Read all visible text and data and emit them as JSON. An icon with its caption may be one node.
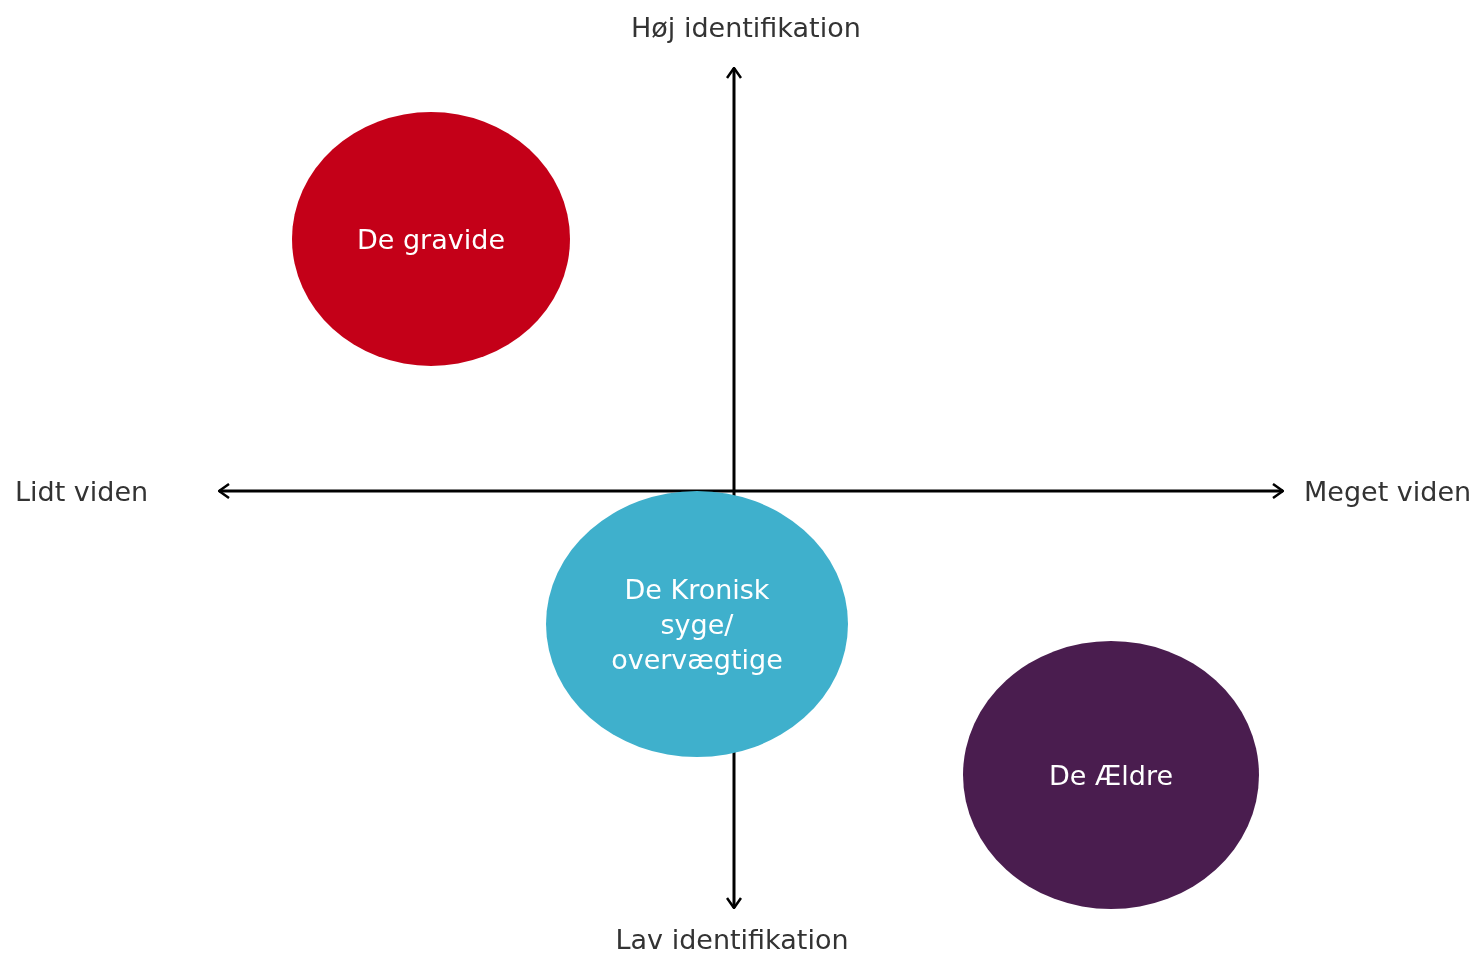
{
  "diagram": {
    "nodes": [
      {
        "text": [
          "De gravide"
        ]
      },
      {
        "text": [
          "De Kronisk syge/ overvægtige"
        ]
      },
      {
        "text": [
          "De Ældre"
        ]
      }
    ],
    "labels": [
      "Høj identifikation",
      "Lidt viden",
      "Meget viden",
      "Lav identifikation"
    ]
  }
}
